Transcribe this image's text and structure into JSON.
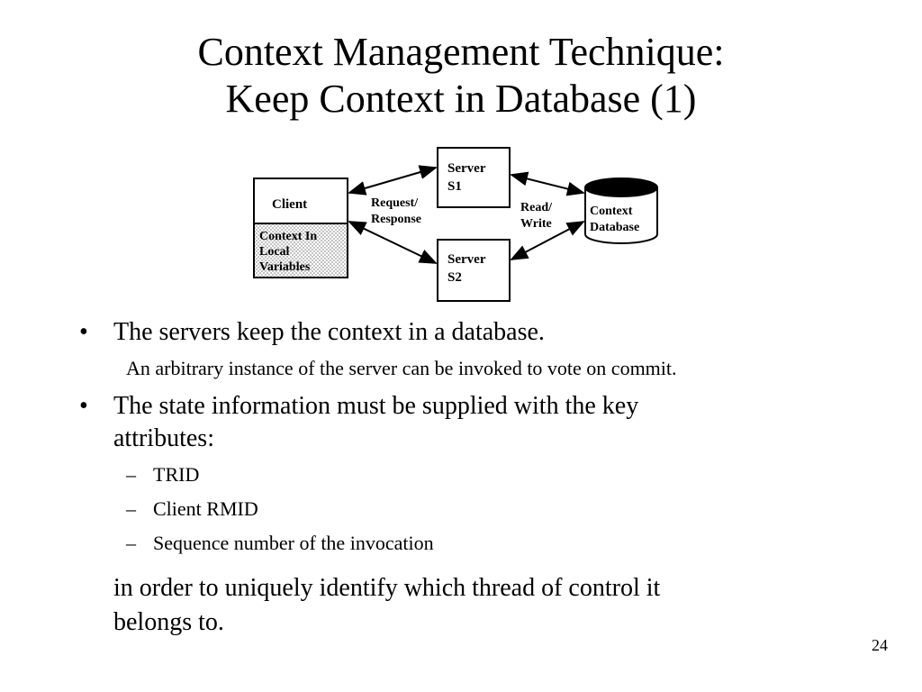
{
  "title": {
    "line1": "Context Management Technique:",
    "line2": "Keep Context in Database (1)"
  },
  "diagram": {
    "client_label": "Client",
    "client_context": [
      "Context In",
      "Local",
      "Variables"
    ],
    "server1": [
      "Server",
      "S1"
    ],
    "server2": [
      "Server",
      "S2"
    ],
    "request_response": [
      "Request/",
      "Response"
    ],
    "read_write": [
      "Read/",
      "Write"
    ],
    "database": [
      "Context",
      "Database"
    ]
  },
  "bullets": [
    {
      "marker": "•",
      "text": "The servers keep the context in a database."
    },
    {
      "marker": "•",
      "lines": [
        "The state information must be supplied with the key",
        "attributes:"
      ]
    }
  ],
  "subnote": "An arbitrary instance of the server can be invoked to vote on commit.",
  "subitems": [
    {
      "marker": "–",
      "text": "TRID"
    },
    {
      "marker": "–",
      "text": "Client RMID"
    },
    {
      "marker": "–",
      "text": "Sequence number of the invocation"
    }
  ],
  "tail": [
    "in order to uniquely identify which thread of control it",
    "belongs to."
  ],
  "page_number": "24"
}
